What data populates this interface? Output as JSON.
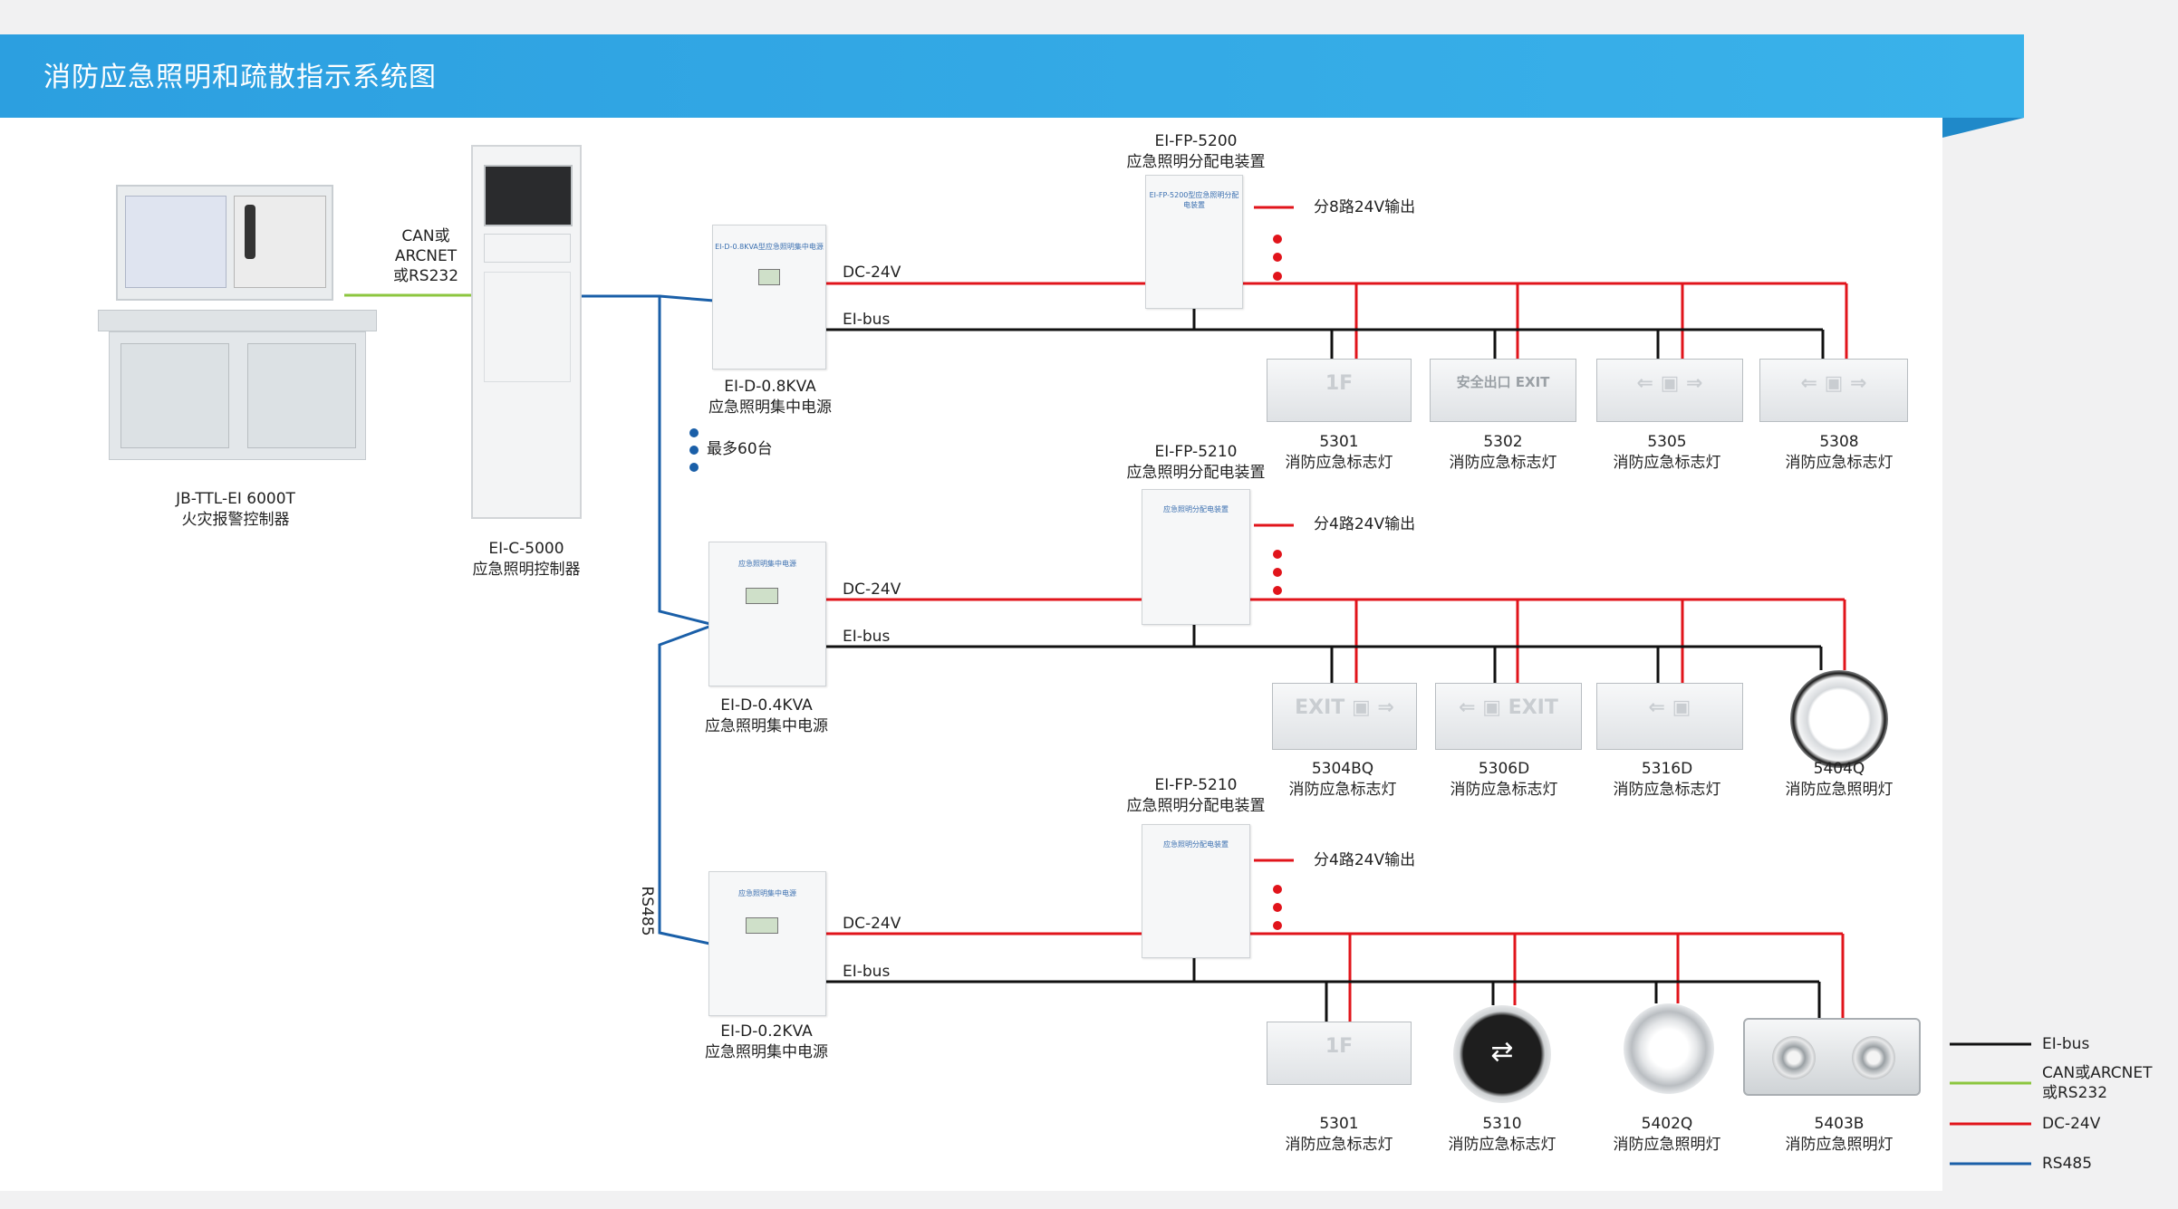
{
  "title": "消防应急照明和疏散指示系统图",
  "colors": {
    "header": "#2c9fe0",
    "ei_bus": "#111111",
    "can_arcnet_rs232": "#8cc63f",
    "dc_24v": "#e1141b",
    "rs485": "#1a5fa8"
  },
  "devices": {
    "fire_controller": {
      "model": "JB-TTL-EI 6000T",
      "name": "火灾报警控制器"
    },
    "lighting_controller": {
      "model": "EI-C-5000",
      "name": "应急照明控制器"
    },
    "link_label": "CAN或\nARCNET\n或RS232",
    "rs485_label": "RS485",
    "max_label": "最多60台"
  },
  "rows": [
    {
      "power": {
        "model": "EI-D-0.8KVA",
        "name": "应急照明集中电源"
      },
      "dist": {
        "model": "EI-FP-5200",
        "name": "应急照明分配电装置",
        "output": "分8路24V输出"
      },
      "dc_label": "DC-24V",
      "bus_label": "EI-bus",
      "lamps": [
        {
          "model": "5301",
          "name": "消防应急标志灯"
        },
        {
          "model": "5302",
          "name": "消防应急标志灯"
        },
        {
          "model": "5305",
          "name": "消防应急标志灯"
        },
        {
          "model": "5308",
          "name": "消防应急标志灯"
        }
      ]
    },
    {
      "power": {
        "model": "EI-D-0.4KVA",
        "name": "应急照明集中电源"
      },
      "dist": {
        "model": "EI-FP-5210",
        "name": "应急照明分配电装置",
        "output": "分4路24V输出"
      },
      "dc_label": "DC-24V",
      "bus_label": "EI-bus",
      "lamps": [
        {
          "model": "5304BQ",
          "name": "消防应急标志灯"
        },
        {
          "model": "5306D",
          "name": "消防应急标志灯"
        },
        {
          "model": "5316D",
          "name": "消防应急标志灯"
        },
        {
          "model": "5404Q",
          "name": "消防应急照明灯"
        }
      ]
    },
    {
      "power": {
        "model": "EI-D-0.2KVA",
        "name": "应急照明集中电源"
      },
      "dist": {
        "model": "EI-FP-5210",
        "name": "应急照明分配电装置",
        "output": "分4路24V输出"
      },
      "dc_label": "DC-24V",
      "bus_label": "EI-bus",
      "lamps": [
        {
          "model": "5301",
          "name": "消防应急标志灯"
        },
        {
          "model": "5310",
          "name": "消防应急标志灯"
        },
        {
          "model": "5402Q",
          "name": "消防应急照明灯"
        },
        {
          "model": "5403B",
          "name": "消防应急照明灯"
        }
      ]
    }
  ],
  "legend": [
    {
      "label": "EI-bus",
      "color": "#111111"
    },
    {
      "label": "CAN或ARCNET\n或RS232",
      "color": "#8cc63f"
    },
    {
      "label": "DC-24V",
      "color": "#e1141b"
    },
    {
      "label": "RS485",
      "color": "#1a5fa8"
    }
  ]
}
